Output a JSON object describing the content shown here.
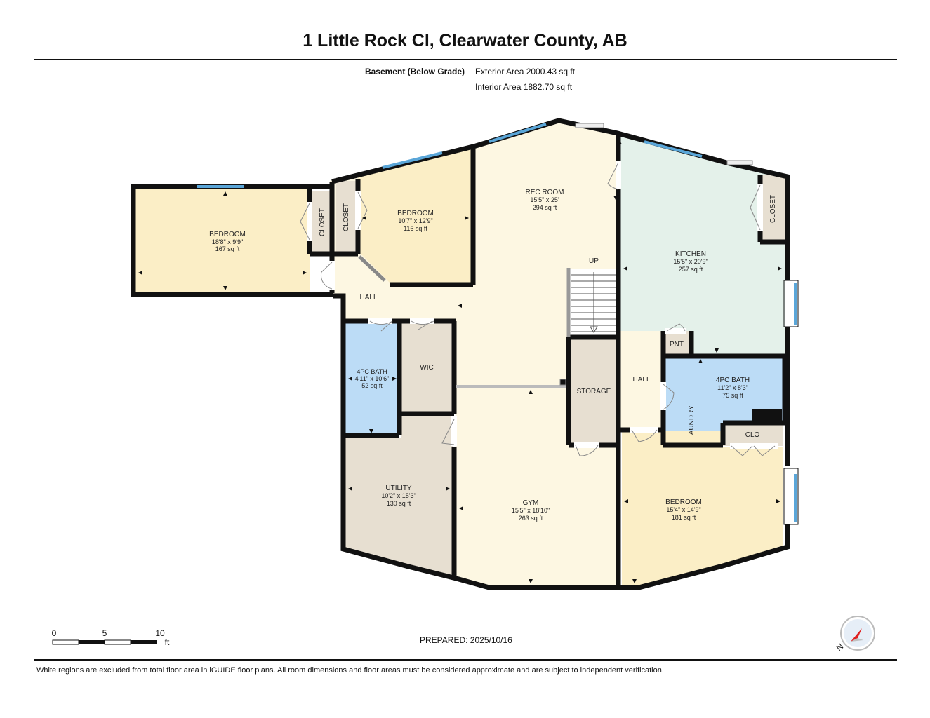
{
  "header": {
    "title": "1 Little Rock Cl, Clearwater County, AB",
    "floor_label": "Basement (Below Grade)",
    "exterior_area": "Exterior Area 2000.43 sq ft",
    "interior_area": "Interior Area 1882.70 sq ft"
  },
  "rooms": {
    "bedroom_west": {
      "name": "BEDROOM",
      "dims": "18'8\" x 9'9\"",
      "area": "167 sq ft"
    },
    "closet_west": {
      "name": "CLOSET"
    },
    "closet_mid": {
      "name": "CLOSET"
    },
    "bedroom_north": {
      "name": "BEDROOM",
      "dims": "10'7\" x 12'9\"",
      "area": "116 sq ft"
    },
    "rec_room": {
      "name": "REC ROOM",
      "dims": "15'5\" x 25'",
      "area": "294 sq ft"
    },
    "kitchen": {
      "name": "KITCHEN",
      "dims": "15'5\" x 20'9\"",
      "area": "257 sq ft"
    },
    "closet_kitchen": {
      "name": "CLOSET"
    },
    "hall_west": {
      "name": "HALL"
    },
    "stairs": {
      "name": "UP"
    },
    "bath_small": {
      "name": "4PC BATH",
      "dims": "4'11\" x 10'6\"",
      "area": "52 sq ft"
    },
    "wic": {
      "name": "WIC"
    },
    "storage": {
      "name": "STORAGE"
    },
    "hall_east": {
      "name": "HALL"
    },
    "pantry": {
      "name": "PNT"
    },
    "bath_large": {
      "name": "4PC BATH",
      "dims": "11'2\" x 8'3\"",
      "area": "75 sq ft"
    },
    "laundry": {
      "name": "LAUNDRY"
    },
    "clo": {
      "name": "CLO"
    },
    "utility": {
      "name": "UTILITY",
      "dims": "10'2\" x 15'3\"",
      "area": "130 sq ft"
    },
    "gym": {
      "name": "GYM",
      "dims": "15'5\" x 18'10\"",
      "area": "263 sq ft"
    },
    "bedroom_south": {
      "name": "BEDROOM",
      "dims": "15'4\" x 14'9\"",
      "area": "181 sq ft"
    }
  },
  "scale_bar": {
    "tick_0": "0",
    "tick_5": "5",
    "tick_10": "10",
    "unit": "ft"
  },
  "compass": {
    "label": "N",
    "icon": "compass-icon"
  },
  "footer": {
    "prepared": "PREPARED: 2025/10/16",
    "disclaimer": "White regions are excluded from total floor area in iGUIDE floor plans. All room dimensions and floor areas must be considered approximate and are subject to independent verification."
  },
  "colors": {
    "bedroom": "#fbeec6",
    "hall": "#fdf7e2",
    "kitchen": "#e4f1ea",
    "bath": "#bcdcf6",
    "utility": "#e7dfd1",
    "wall": "#111111",
    "window": "#5aa6d8"
  }
}
